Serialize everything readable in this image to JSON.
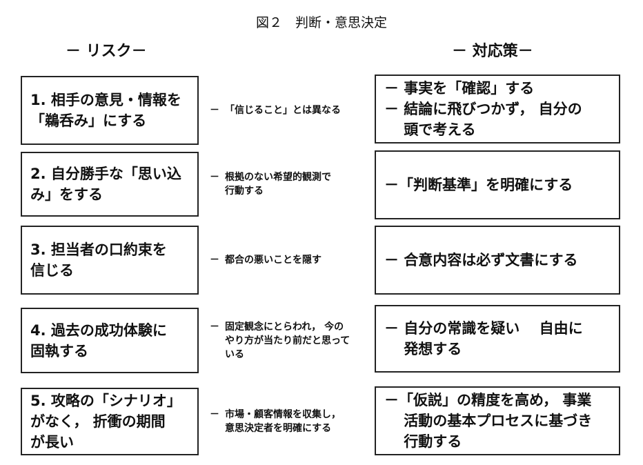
{
  "title": "図２　判断・意思決定",
  "headers": {
    "risk": "－ リスク－",
    "countermeasure": "－ 対応策－"
  },
  "rows": [
    {
      "risk": [
        "1. 相手の意見・情報を",
        "「鵜呑み」にする"
      ],
      "note": "－",
      "note_lines": [
        "「信じること」とは異なる"
      ],
      "countermeasure": [
        "－ 事実を「確認」する",
        "－ 結論に飛びつかず， 自分の",
        "　 頭で考える"
      ]
    },
    {
      "risk": [
        "2. 自分勝手な「思い込",
        "み」をする"
      ],
      "note": "－",
      "note_lines": [
        "根拠のない希望的観測で",
        "行動する"
      ],
      "countermeasure": [
        "－「判断基準」を明確にする"
      ]
    },
    {
      "risk": [
        "3. 担当者の口約束を",
        "信じる"
      ],
      "note": "－",
      "note_lines": [
        "都合の悪いことを隠す"
      ],
      "countermeasure": [
        "－ 合意内容は必ず文書にする"
      ]
    },
    {
      "risk": [
        "4. 過去の成功体験に",
        "固執する"
      ],
      "note": "－",
      "note_lines": [
        "固定観念にとらわれ， 今の",
        "やり方が当たり前だと思って",
        "いる"
      ],
      "countermeasure": [
        "－ 自分の常識を疑い　 自由に",
        "　 発想する"
      ]
    },
    {
      "risk": [
        "5. 攻略の「シナリオ」",
        "がなく， 折衝の期間",
        "が長い"
      ],
      "note": "－",
      "note_lines": [
        "市場・顧客情報を収集し，",
        "意思決定者を明確にする"
      ],
      "countermeasure": [
        "－「仮説」の精度を高め， 事業",
        "　 活動の基本プロセスに基づき",
        "　 行動する"
      ]
    }
  ]
}
